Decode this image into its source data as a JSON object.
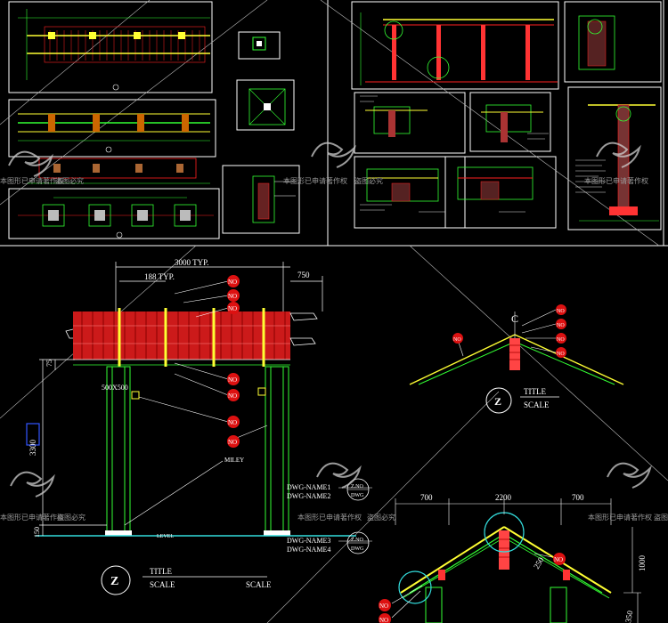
{
  "colors": {
    "background": "#000000",
    "frame": "#ffffff",
    "line_green": "#33ff33",
    "line_yellow": "#ffff33",
    "line_red": "#ff2020",
    "line_cyan": "#33dddd",
    "tag_red": "#dd1111",
    "watermark": "#9a9a9a"
  },
  "elevation": {
    "dim_overall": "3000 TYP.",
    "dim_spacing": "188 TYP.",
    "dim_overhang": "750",
    "dim_height": "3300",
    "dim_top": "75",
    "dim_base": "150",
    "dim_post": "500X500",
    "label_mid": "MILEY",
    "label_ground": "LEVEL",
    "tag": "NO"
  },
  "title_block_left": {
    "symbol": "Z",
    "title": "TITLE",
    "scale": "SCALE",
    "scale_right": "SCALE"
  },
  "section_small": {
    "center_mark": "C",
    "tag": "NO",
    "symbol": "Z",
    "title": "TITLE",
    "scale": "SCALE"
  },
  "section_large": {
    "dwg_name_1": "DWG-NAME1",
    "dwg_name_2": "DWG-NAME2",
    "dwg_name_3": "DWG-NAME3",
    "dwg_name_4": "DWG-NAME4",
    "callout_top_a": "Z.NO",
    "callout_top_b": "DWG",
    "callout_bot_a": "Z.NO",
    "callout_bot_b": "DWG",
    "dim_left": "700",
    "dim_mid": "2200",
    "dim_right": "700",
    "dim_side": "1000",
    "dim_post": "250",
    "dim_low": "350",
    "tag": "NO"
  },
  "watermark": {
    "text_a": "本图形已申请著作权",
    "text_b": "盗图必究"
  }
}
